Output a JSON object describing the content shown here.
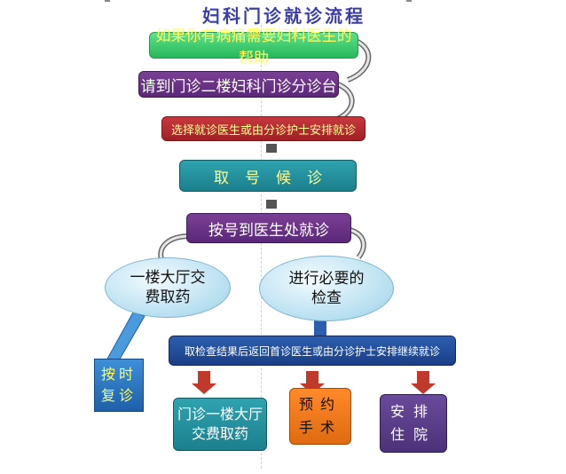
{
  "title": "妇科门诊就诊流程",
  "steps": {
    "s1": "如果你有病痛需要妇科医生的帮助",
    "s2": "请到门诊二楼妇科门诊分诊台",
    "s3": "选择就诊医生或由分诊护士安排就诊",
    "s4": "取号候诊",
    "s5": "按号到医生处就诊",
    "left_bubble": "一楼大厅交费取药",
    "right_bubble": "进行必要的检查",
    "followup": "按时复诊",
    "return_step": "取检查结果后返回首诊医生或由分诊护士安排继续就诊",
    "out1": "门诊一楼大厅交费取药",
    "out2": "预约手术",
    "out3": "安排住院"
  },
  "colors": {
    "title": "#3a3fa8",
    "green": "#27b85a",
    "purple": "#5b2878",
    "red": "#a02025",
    "teal": "#1c7f8c",
    "blue": "#1a3f86",
    "orange": "#e06a10",
    "violet": "#4c3278",
    "arrow_red": "#c0392b"
  }
}
